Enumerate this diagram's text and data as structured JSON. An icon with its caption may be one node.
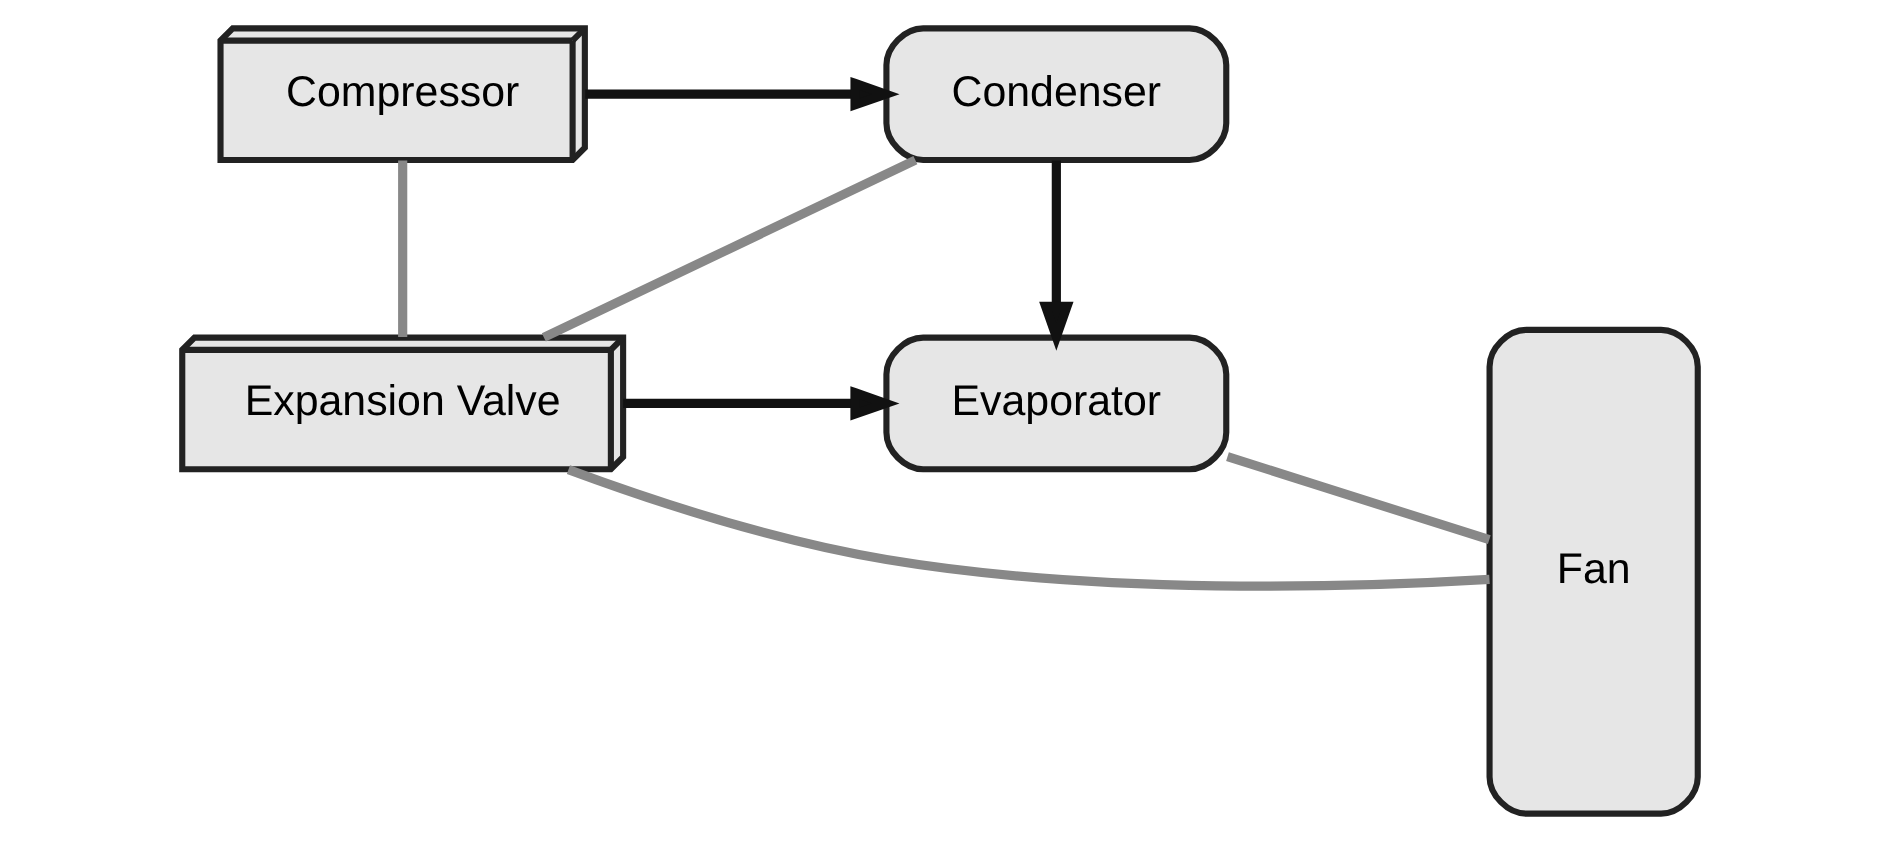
{
  "diagram": {
    "nodes": [
      {
        "text": [
          "Compressor"
        ]
      },
      {
        "text": [
          "Condenser"
        ]
      },
      {
        "text": [
          "Expansion Valve"
        ]
      },
      {
        "text": [
          "Evaporator"
        ]
      },
      {
        "text": [
          "Fan"
        ]
      }
    ],
    "edges": [
      {
        "from": 0,
        "to": 1,
        "arrow": "to",
        "color": "#111111"
      },
      {
        "from": 1,
        "to": 3,
        "arrow": "to",
        "color": "#111111"
      },
      {
        "from": 2,
        "to": 3,
        "arrow": "to",
        "color": "#111111"
      },
      {
        "from": 0,
        "to": 2,
        "arrow": "none",
        "color": "#888888"
      },
      {
        "from": 1,
        "to": 2,
        "arrow": "none",
        "color": "#888888"
      },
      {
        "from": 3,
        "to": 4,
        "arrow": "none",
        "color": "#888888"
      },
      {
        "from": 2,
        "to": 4,
        "arrow": "none",
        "color": "#888888"
      }
    ]
  }
}
